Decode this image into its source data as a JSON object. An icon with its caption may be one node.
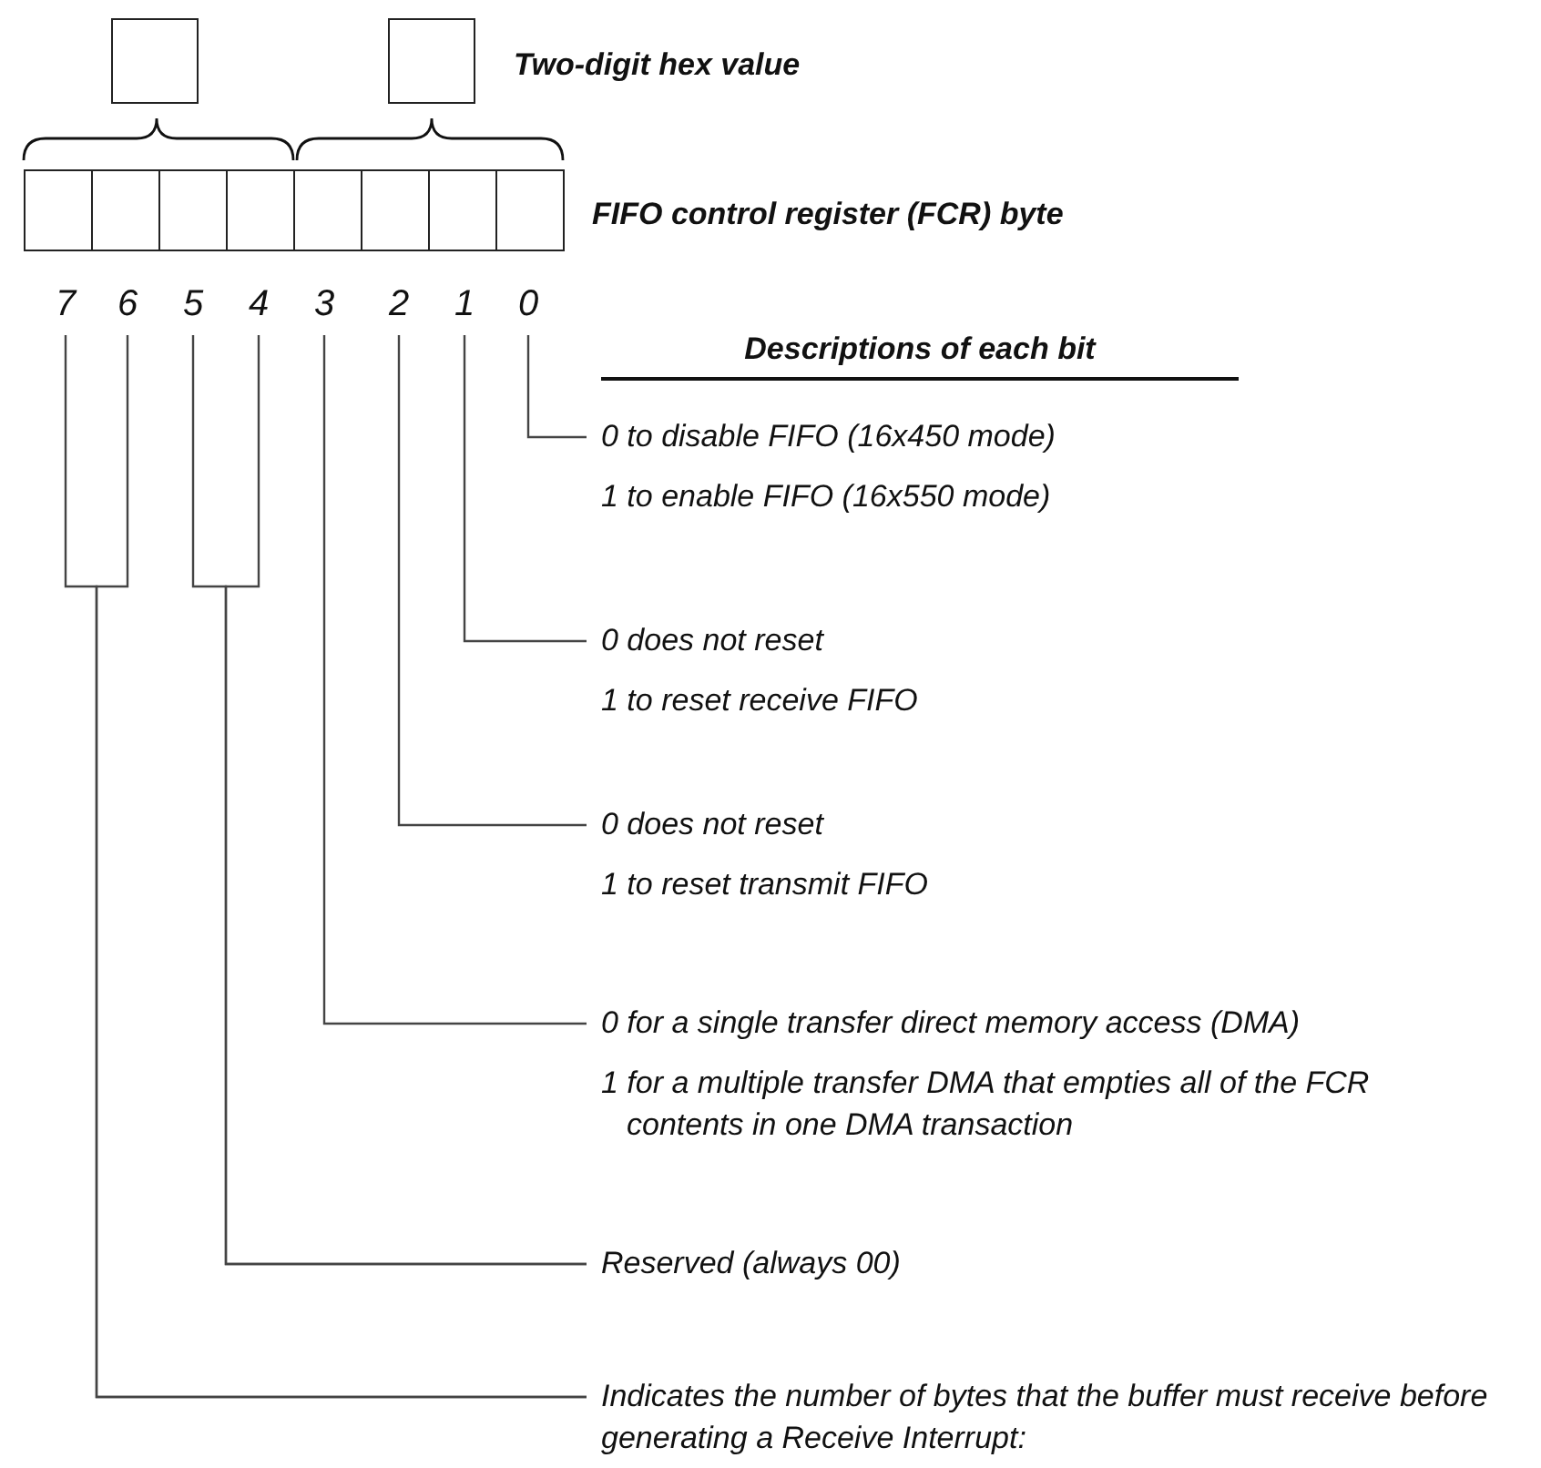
{
  "diagram": {
    "nodes": [
      {
        "text": [],
        "shape": "box"
      },
      {
        "text": [],
        "shape": "box"
      },
      {
        "text": [],
        "shape": "box"
      },
      {
        "text": [],
        "shape": "box"
      },
      {
        "text": [],
        "shape": "box"
      },
      {
        "text": [],
        "shape": "box"
      },
      {
        "text": [],
        "shape": "box"
      },
      {
        "text": [],
        "shape": "box"
      },
      {
        "text": [],
        "shape": "box"
      },
      {
        "text": [],
        "shape": "box"
      },
      {
        "text": [
          "7"
        ]
      },
      {
        "text": [
          "6"
        ]
      },
      {
        "text": [
          "5"
        ]
      },
      {
        "text": [
          "4"
        ]
      },
      {
        "text": [
          "3"
        ]
      },
      {
        "text": [
          "2"
        ]
      },
      {
        "text": [
          "1"
        ]
      },
      {
        "text": [
          "0"
        ]
      },
      {
        "text": [
          "0 to disable FIFO (16x450 mode)",
          "1 to enable FIFO (16x550 mode)"
        ]
      },
      {
        "text": [
          "0 does not reset",
          "1 to reset receive FIFO"
        ]
      },
      {
        "text": [
          "0 does not reset",
          "1 to reset transmit FIFO"
        ]
      },
      {
        "text": [
          "0 for a single transfer direct memory access (DMA)",
          "1 for a multiple transfer DMA that empties all of the FCR contents in one DMA transaction"
        ]
      },
      {
        "text": [
          "Reserved (always 00)"
        ]
      },
      {
        "text": [
          "Indicates the number of bytes that the buffer must receive before generating a Receive Interrupt:"
        ]
      }
    ],
    "edges": [
      {
        "from": 17,
        "to": 18,
        "arrow": "none"
      },
      {
        "from": 16,
        "to": 19,
        "arrow": "none"
      },
      {
        "from": 15,
        "to": 20,
        "arrow": "none"
      },
      {
        "from": 14,
        "to": 21,
        "arrow": "none"
      },
      {
        "from": 12,
        "to": 22,
        "arrow": "none"
      },
      {
        "from": 13,
        "to": 22,
        "arrow": "none"
      },
      {
        "from": 10,
        "to": 23,
        "arrow": "none"
      },
      {
        "from": 11,
        "to": 23,
        "arrow": "none"
      }
    ],
    "labels": [
      "Two-digit hex value",
      "FIFO control register (FCR) byte",
      "Descriptions of each bit"
    ]
  }
}
